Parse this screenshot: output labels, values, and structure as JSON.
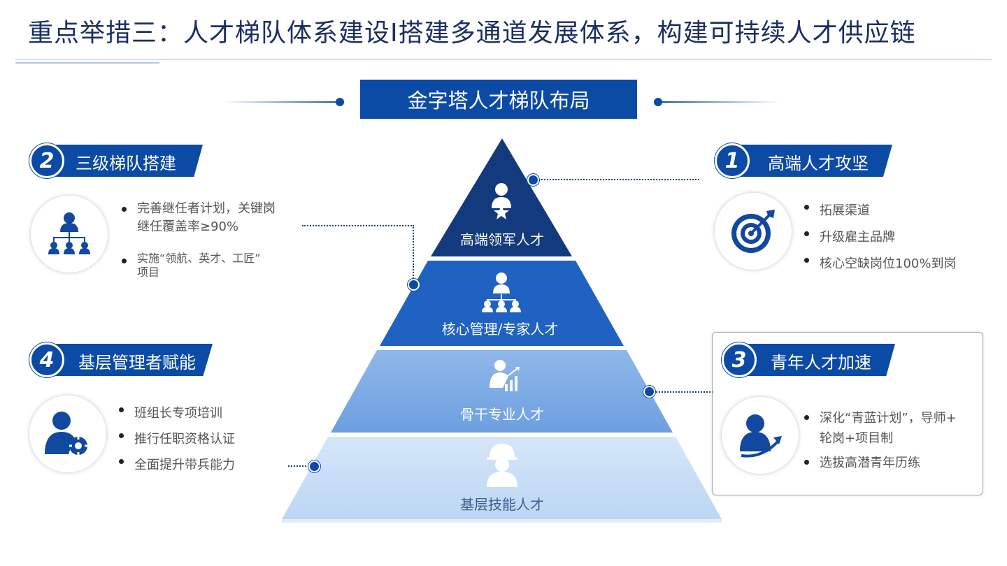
{
  "title": "重点举措三：人才梯队体系建设I搭建多通道发展体系，构建可持续人才供应链",
  "banner": "金字塔人才梯队布局",
  "colors": {
    "primary": "#0b4aa5",
    "dark": "#123a7c",
    "mid": "#1f64c4",
    "light": "#8fb6e6",
    "pale": "#cfe1f7"
  },
  "pyramid": [
    {
      "label": "高端领军人才",
      "icon": "star-person-icon"
    },
    {
      "label": "核心管理/专家人才",
      "icon": "org-chart-icon"
    },
    {
      "label": "骨干专业人才",
      "icon": "growth-person-icon"
    },
    {
      "label": "基层技能人才",
      "icon": "worker-helmet-icon"
    }
  ],
  "sections": [
    {
      "number": "1",
      "title": "高端人才攻坚",
      "icon": "target-icon",
      "bullets": [
        "拓展渠道",
        "升级雇主品牌",
        "核心空缺岗位100%到岗"
      ]
    },
    {
      "number": "2",
      "title": "三级梯队搭建",
      "icon": "org-chart-icon",
      "bullets": [
        "完善继任者计划，关键岗",
        "继任覆盖率≥90%",
        "实施“领航、英才、工匠”",
        "项目"
      ]
    },
    {
      "number": "3",
      "title": "青年人才加速",
      "icon": "person-arrow-icon",
      "bullets": [
        "深化“青蓝计划”，导师+",
        "轮岗+项目制",
        "选拔高潜青年历练"
      ]
    },
    {
      "number": "4",
      "title": "基层管理者赋能",
      "icon": "person-gear-icon",
      "bullets": [
        "班组长专项培训",
        "推行任职资格认证",
        "全面提升带兵能力"
      ]
    }
  ]
}
